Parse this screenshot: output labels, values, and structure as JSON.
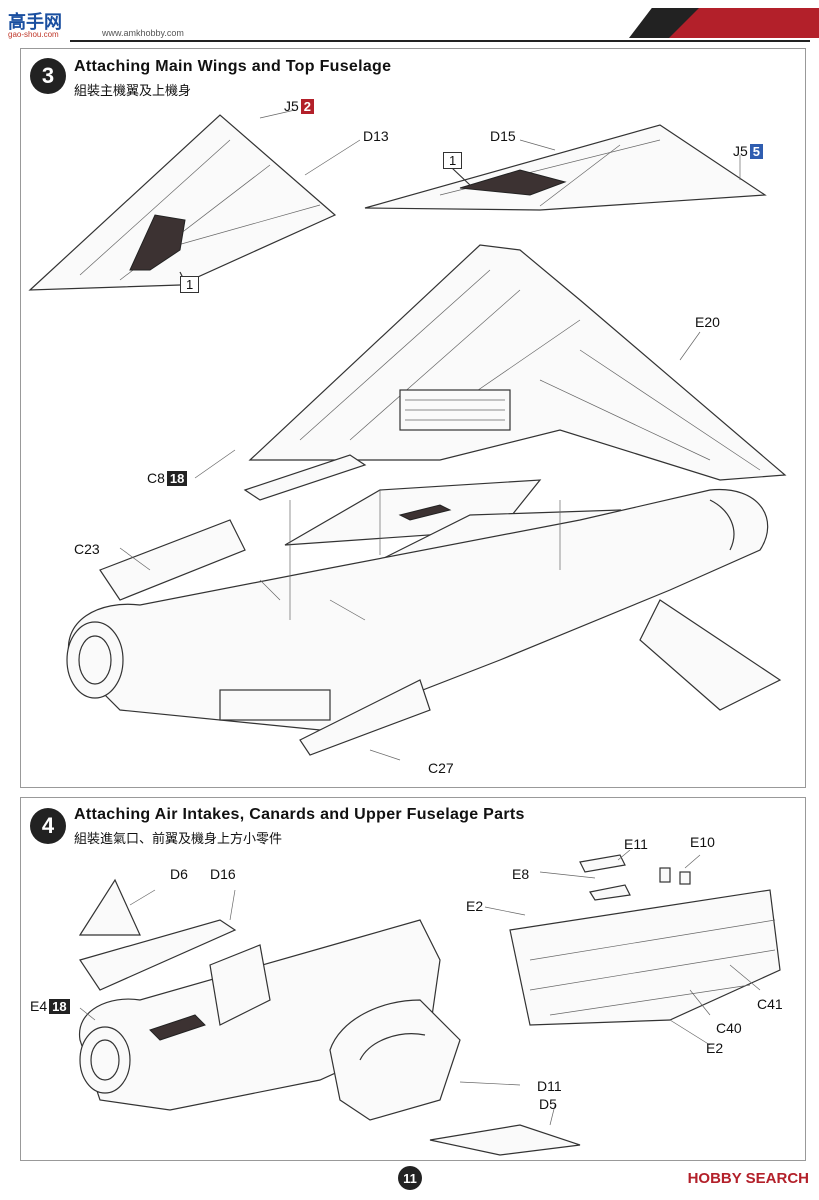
{
  "header": {
    "brand": "高手网",
    "brand_sub": "gao-shou.com",
    "url": "www.amkhobby.com"
  },
  "steps": [
    {
      "number": "3",
      "title": "Attaching Main Wings and Top Fuselage",
      "subtitle": "組裝主機翼及上機身",
      "labels": {
        "j5_left": "J5",
        "j5_left_chip": "2",
        "d13": "D13",
        "d15": "D15",
        "j5_right": "J5",
        "j5_right_chip": "5",
        "box_1_a": "1",
        "box_1_b": "1",
        "e20": "E20",
        "c8": "C8",
        "c8_chip": "18",
        "c23": "C23",
        "c27": "C27"
      }
    },
    {
      "number": "4",
      "title": "Attaching Air Intakes, Canards and Upper Fuselage Parts",
      "subtitle": "組裝進氣口、前翼及機身上方小零件",
      "labels": {
        "d6": "D6",
        "d16": "D16",
        "e4": "E4",
        "e4_chip": "18",
        "d11": "D11",
        "d5": "D5",
        "e11": "E11",
        "e10": "E10",
        "e8": "E8",
        "e2_top": "E2",
        "c41": "C41",
        "c40": "C40",
        "e2_bottom": "E2"
      }
    }
  ],
  "footer": {
    "page_number": "11",
    "watermark": "HOBBY SEARCH"
  }
}
